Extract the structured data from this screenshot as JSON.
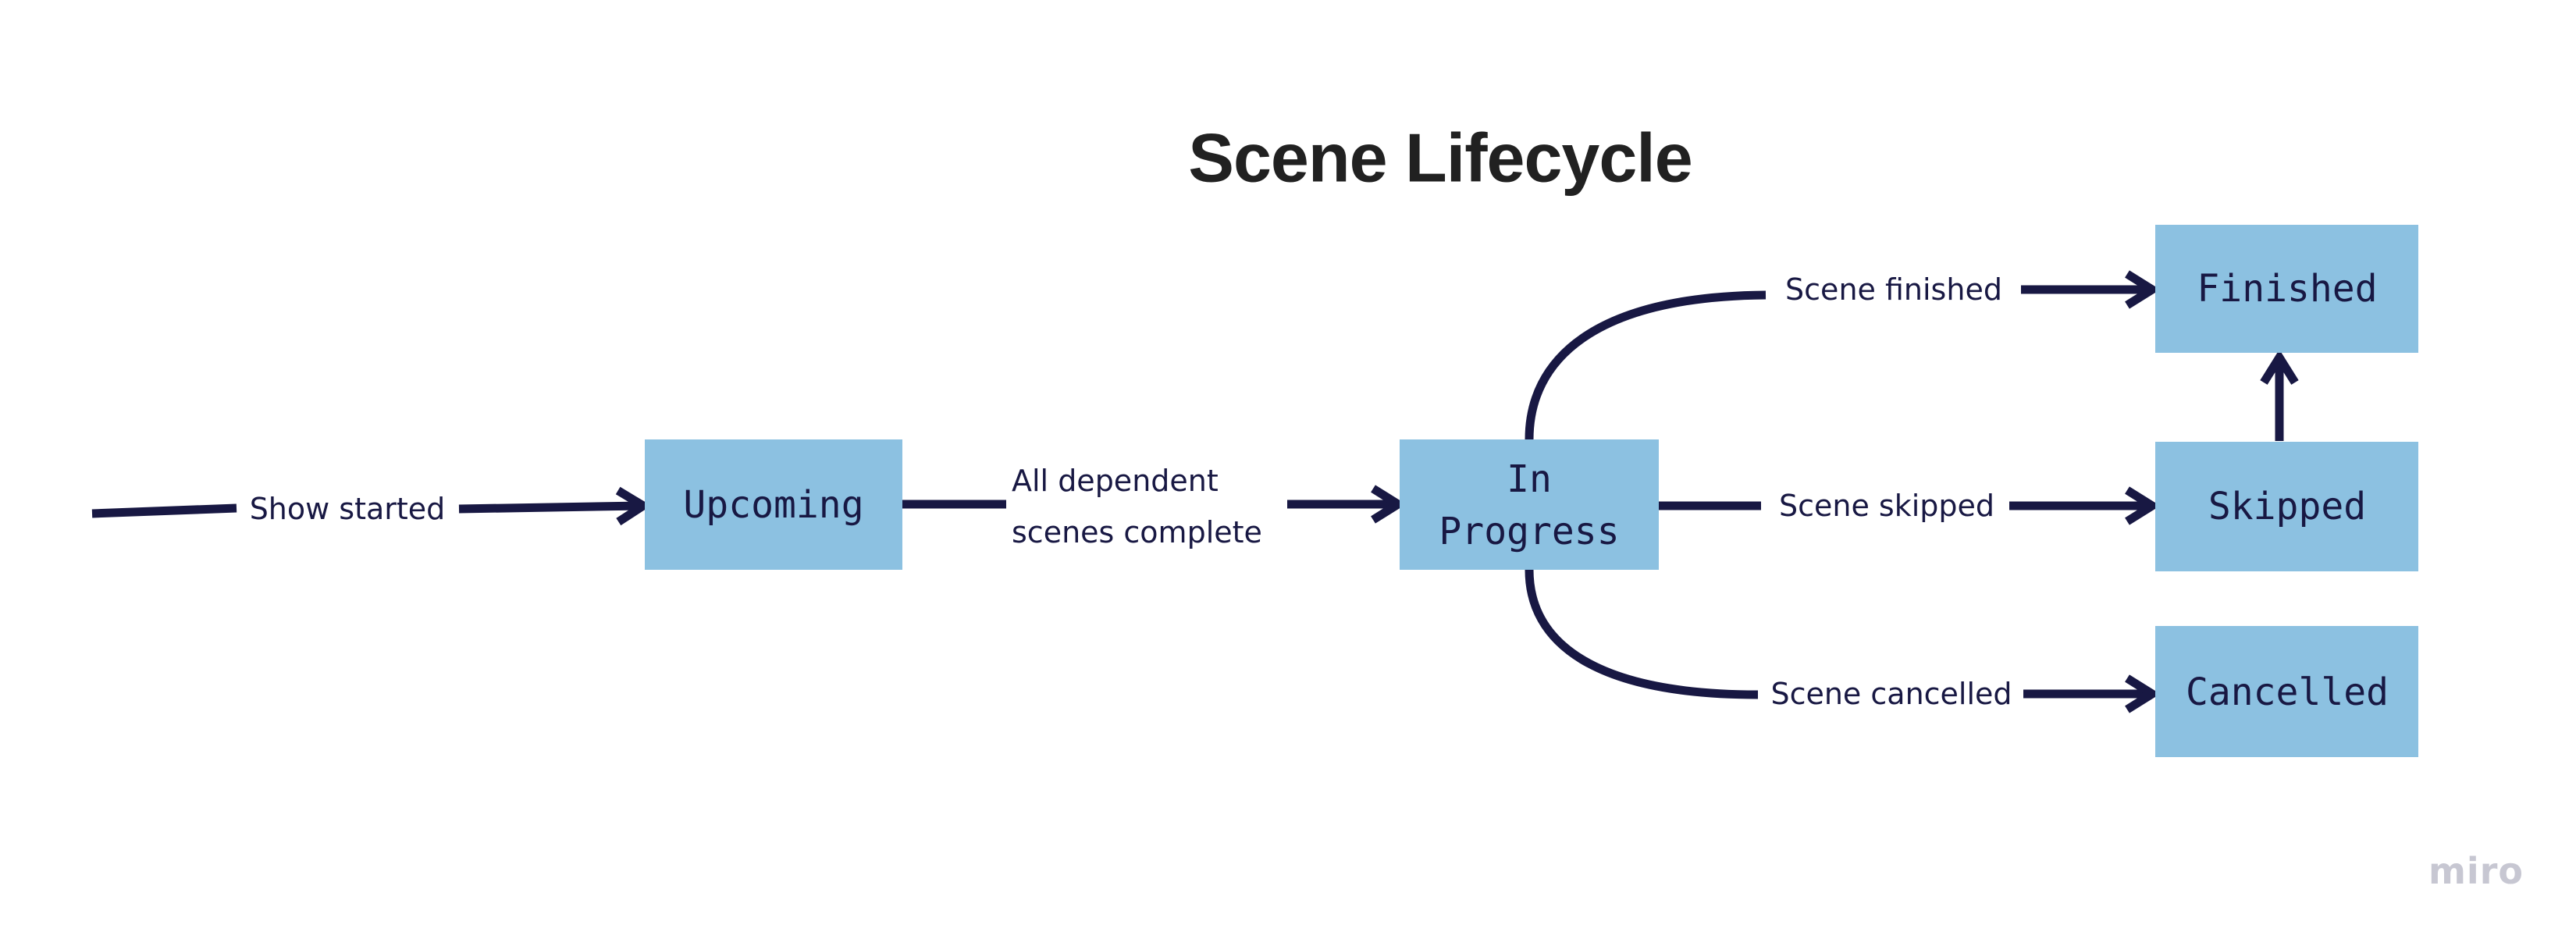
{
  "title": "Scene Lifecycle",
  "watermark": "miro",
  "colors": {
    "background": "#ffffff",
    "node_fill": "#8cc1e1",
    "edge": "#181843",
    "title_color": "#212121",
    "watermark_color": "#c7c7d2"
  },
  "nodes": {
    "upcoming": {
      "label": "Upcoming"
    },
    "in_progress": {
      "line1": "In",
      "line2": "Progress"
    },
    "finished": {
      "label": "Finished"
    },
    "skipped": {
      "label": "Skipped"
    },
    "cancelled": {
      "label": "Cancelled"
    }
  },
  "edges": {
    "show_started": {
      "label": "Show started"
    },
    "dependent_complete": {
      "line1": "All dependent",
      "line2": "scenes complete"
    },
    "scene_finished": {
      "label": "Scene finished"
    },
    "scene_skipped": {
      "label": "Scene skipped"
    },
    "scene_cancelled": {
      "label": "Scene cancelled"
    }
  }
}
